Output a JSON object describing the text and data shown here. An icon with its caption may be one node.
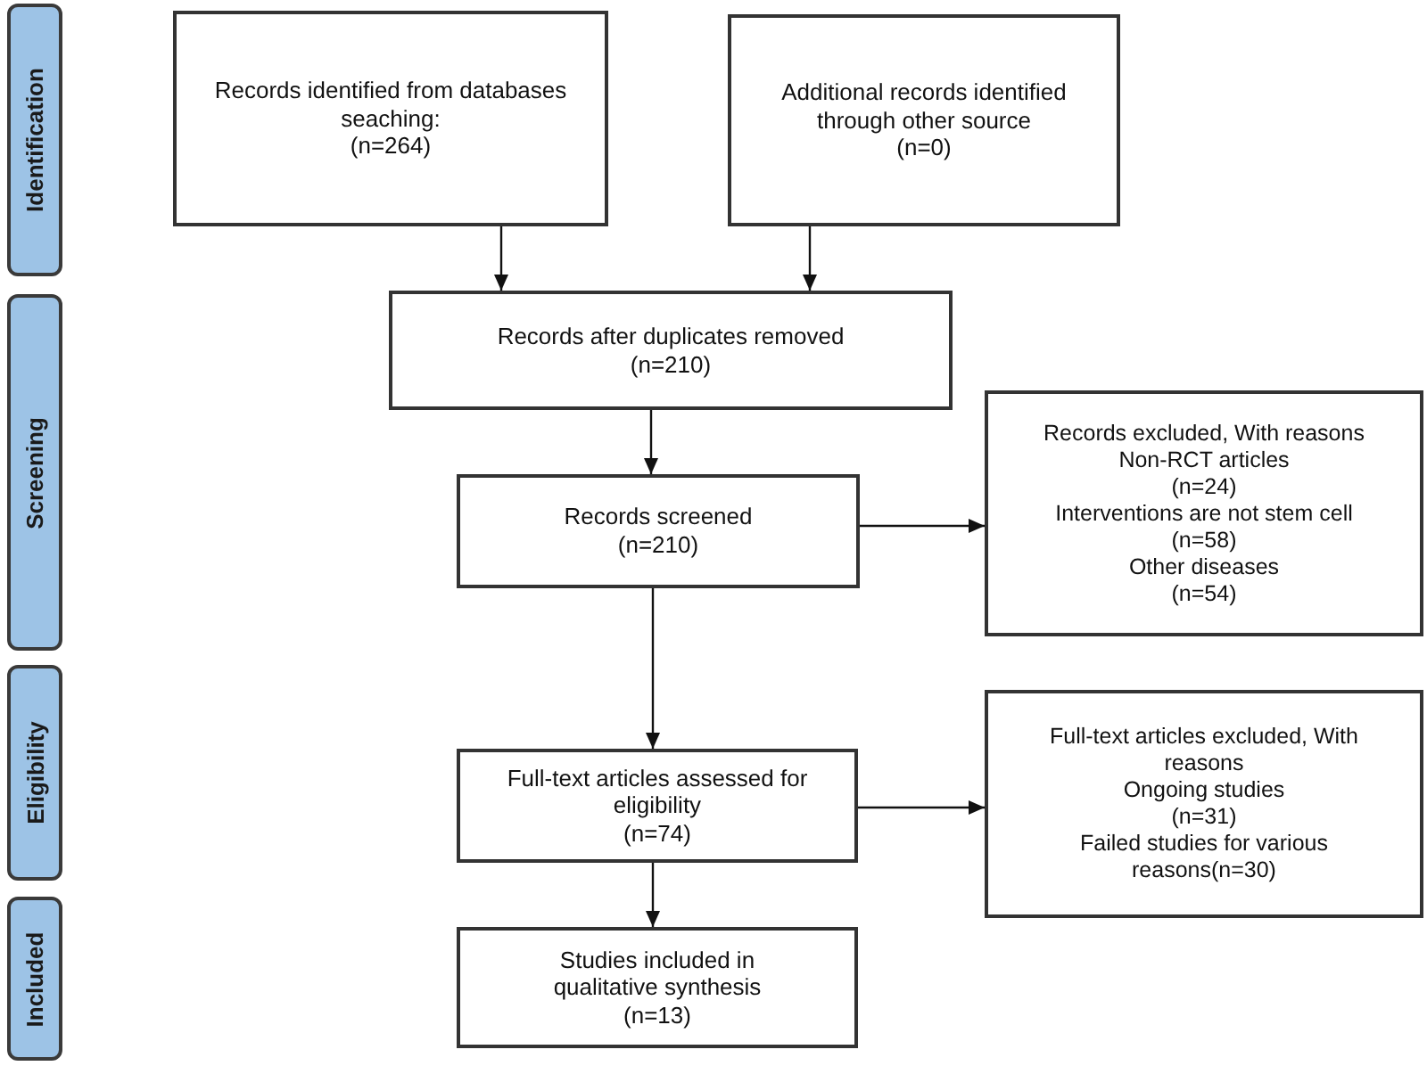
{
  "diagram": {
    "nodes": [
      {
        "text": [
          "Identification"
        ]
      },
      {
        "text": [
          "Screening"
        ]
      },
      {
        "text": [
          "Eligibility"
        ]
      },
      {
        "text": [
          "Included"
        ]
      },
      {
        "text": [
          "Records identified from databases seaching:",
          "(n=264)"
        ]
      },
      {
        "text": [
          "Additional records identified through other source",
          "(n=0)"
        ]
      },
      {
        "text": [
          "Records after duplicates removed",
          "(n=210)"
        ]
      },
      {
        "text": [
          "Records screened",
          "(n=210)"
        ]
      },
      {
        "text": [
          "Records excluded, With reasons",
          "Non-RCT articles",
          "(n=24)",
          "Interventions are not stem cell",
          "(n=58)",
          "Other diseases",
          "(n=54)"
        ]
      },
      {
        "text": [
          "Full-text articles assessed for eligibility",
          "(n=74)"
        ]
      },
      {
        "text": [
          "Full-text articles excluded, With reasons",
          "Ongoing studies",
          "(n=31)",
          "Failed studies for various reasons(n=30)"
        ]
      },
      {
        "text": [
          "Studies included in qualitative synthesis",
          "(n=13)"
        ]
      }
    ],
    "edges": [
      {
        "from": 4,
        "to": 6,
        "arrow": "to"
      },
      {
        "from": 5,
        "to": 6,
        "arrow": "to"
      },
      {
        "from": 6,
        "to": 7,
        "arrow": "to"
      },
      {
        "from": 7,
        "to": 8,
        "arrow": "to"
      },
      {
        "from": 7,
        "to": 9,
        "arrow": "to"
      },
      {
        "from": 9,
        "to": 10,
        "arrow": "to"
      },
      {
        "from": 9,
        "to": 11,
        "arrow": "to"
      }
    ]
  }
}
